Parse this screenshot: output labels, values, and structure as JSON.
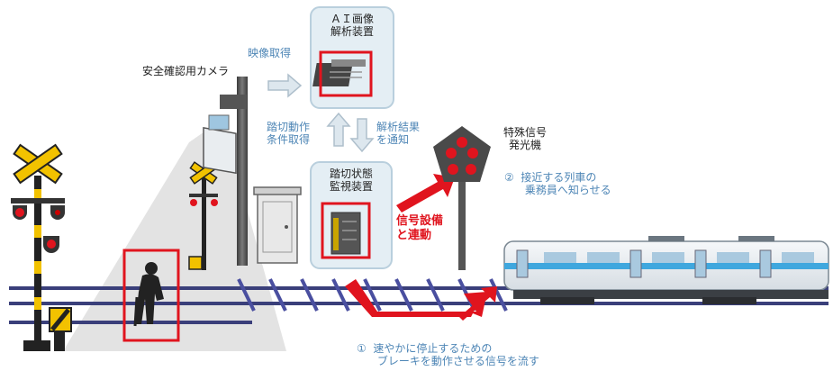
{
  "labels": {
    "ai_device": "ＡＩ画像\n解析装置",
    "video_acquire": "映像取得",
    "camera": "安全確認用カメラ",
    "crossing_condition": "踏切動作\n条件取得",
    "analysis_notify": "解析結果\nを通知",
    "monitor_device": "踏切状態\n監視装置",
    "special_signal": "特殊信号\n発光機",
    "signal_link": "信号設備\nと連動",
    "notify_crew": "②  接近する列車の\n      乗務員へ知らせる",
    "brake_signal": "①  速やかに停止するための\n      ブレーキを動作させる信号を流す"
  },
  "colors": {
    "accent_red": "#e0141e",
    "label_blue": "#4e86b6",
    "panel_fill": "#e4eef4",
    "panel_border": "#b9cfdd",
    "rail": "#3a3f7a"
  },
  "icons": [
    "crossing-signal-icon",
    "camera-icon",
    "pole-icon",
    "server-icon",
    "cabinet-icon",
    "signal-lamp-icon",
    "train-icon",
    "pedestrian-icon",
    "arrow-icon"
  ]
}
